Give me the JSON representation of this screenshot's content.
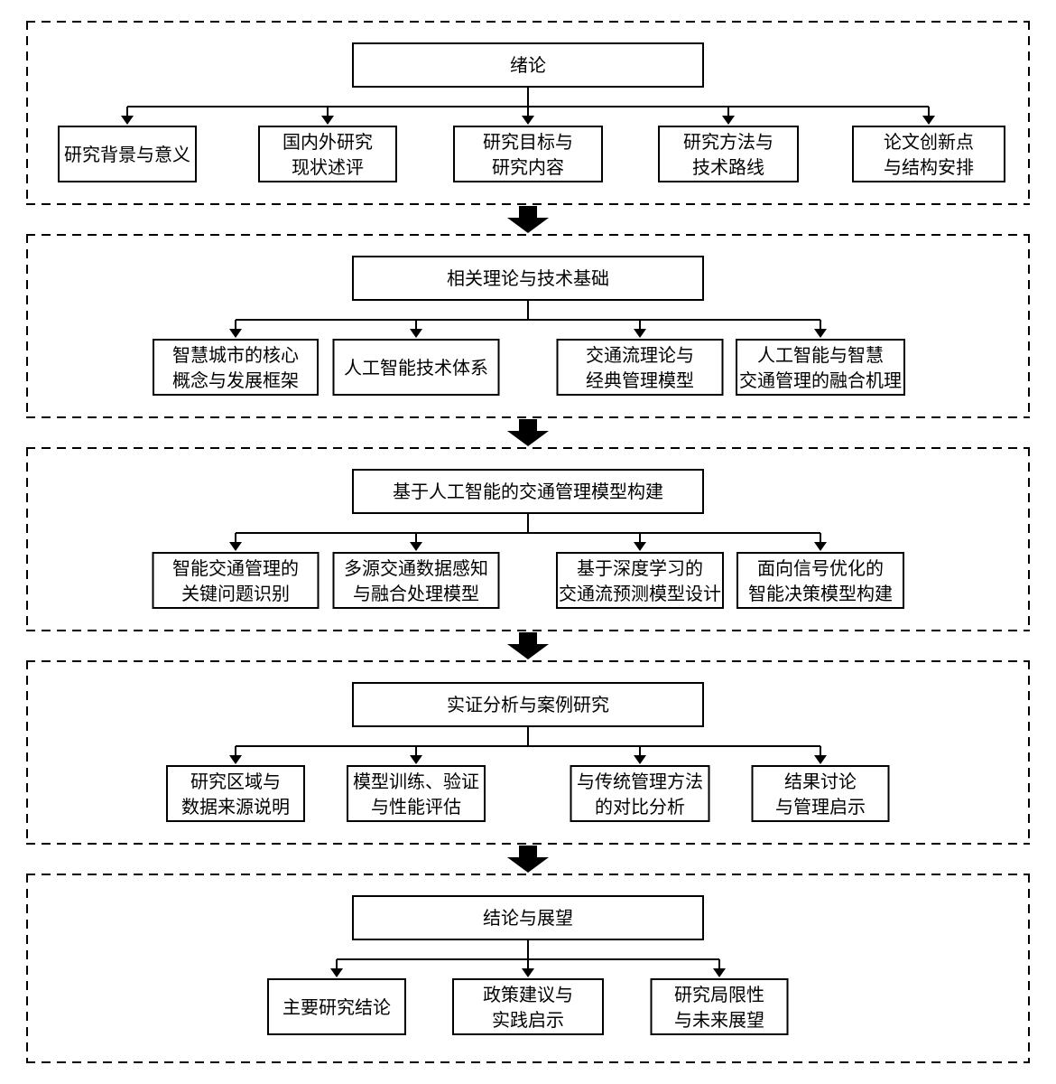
{
  "page": {
    "background_color": "#ffffff",
    "line_color": "#000000"
  },
  "diagram": {
    "type": "hierarchy-flowchart",
    "flow_arrow_count": 4,
    "sections": [
      {
        "id": "introduction",
        "title": "绪论",
        "children": [
          {
            "label": "研究背景与意义"
          },
          {
            "label": "国内外研究\n现状述评"
          },
          {
            "label": "研究目标与\n研究内容"
          },
          {
            "label": "研究方法与\n技术路线"
          },
          {
            "label": "论文创新点\n与结构安排"
          }
        ]
      },
      {
        "id": "theory-foundation",
        "title": "相关理论与技术基础",
        "children": [
          {
            "label": "智慧城市的核心\n概念与发展框架"
          },
          {
            "label": "人工智能技术体系"
          },
          {
            "label": "交通流理论与\n经典管理模型"
          },
          {
            "label": "人工智能与智慧\n交通管理的融合机理"
          }
        ]
      },
      {
        "id": "model-construction",
        "title": "基于人工智能的交通管理模型构建",
        "children": [
          {
            "label": "智能交通管理的\n关键问题识别"
          },
          {
            "label": "多源交通数据感知\n与融合处理模型"
          },
          {
            "label": "基于深度学习的\n交通流预测模型设计"
          },
          {
            "label": "面向信号优化的\n智能决策模型构建"
          }
        ]
      },
      {
        "id": "empirical-analysis",
        "title": "实证分析与案例研究",
        "children": [
          {
            "label": "研究区域与\n数据来源说明"
          },
          {
            "label": "模型训练、验证\n与性能评估"
          },
          {
            "label": "与传统管理方法\n的对比分析"
          },
          {
            "label": "结果讨论\n与管理启示"
          }
        ]
      },
      {
        "id": "conclusion",
        "title": "结论与展望",
        "children": [
          {
            "label": "主要研究结论"
          },
          {
            "label": "政策建议与\n实践启示"
          },
          {
            "label": "研究局限性\n与未来展望"
          }
        ]
      }
    ]
  }
}
